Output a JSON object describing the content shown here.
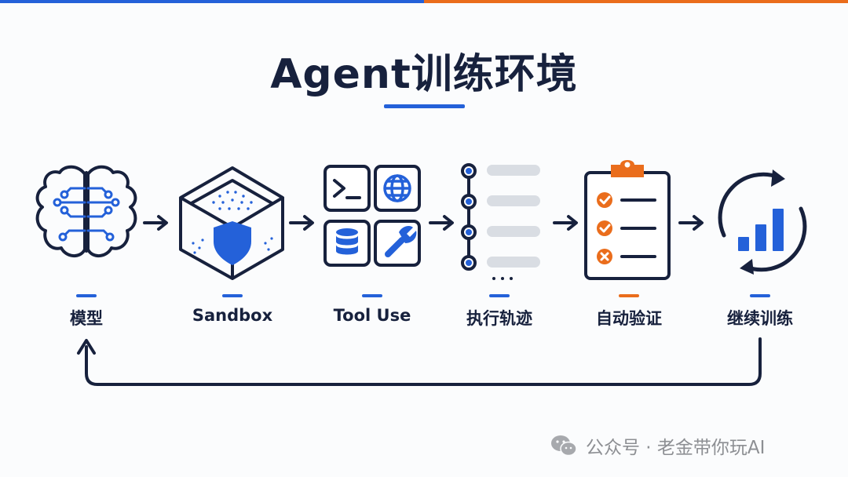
{
  "title": "Agent训练环境",
  "colors": {
    "accent_blue": "#2461d9",
    "accent_orange": "#ea6d1c",
    "ink": "#17213d"
  },
  "stages": [
    {
      "label": "模型",
      "icon": "brain-icon",
      "dash_color": "#2461d9"
    },
    {
      "label": "Sandbox",
      "icon": "sandbox-box-shield-icon",
      "dash_color": "#2461d9"
    },
    {
      "label": "Tool Use",
      "icon": "tools-grid-icon",
      "dash_color": "#2461d9"
    },
    {
      "label": "执行轨迹",
      "icon": "trajectory-timeline-icon",
      "dash_color": "#2461d9"
    },
    {
      "label": "自动验证",
      "icon": "checklist-clipboard-icon",
      "dash_color": "#ea6d1c"
    },
    {
      "label": "继续训练",
      "icon": "cycle-bar-chart-icon",
      "dash_color": "#2461d9"
    }
  ],
  "footer": {
    "text": "公众号 · 老金带你玩AI",
    "icon": "wechat-icon"
  }
}
